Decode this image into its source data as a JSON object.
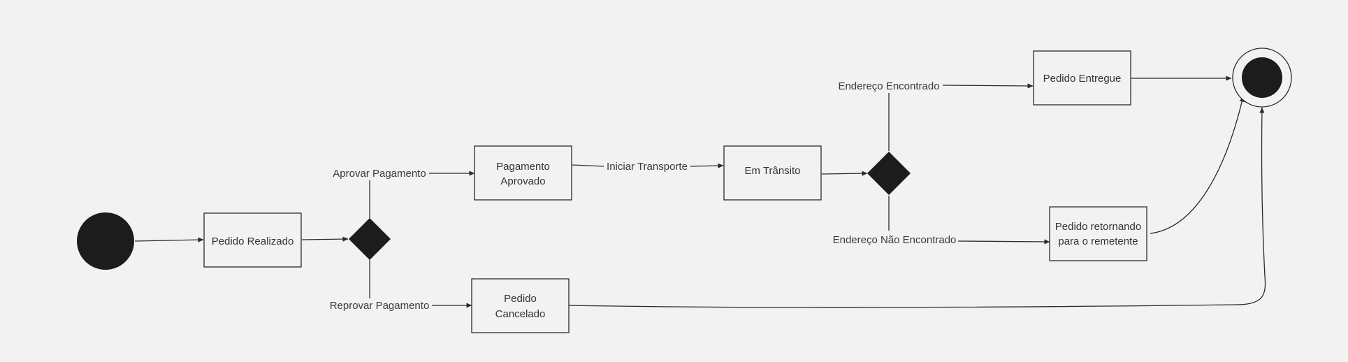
{
  "diagram": {
    "type": "uml-state-diagram",
    "colors": {
      "background": "#f2f2f2",
      "ink": "#1c1c1c",
      "line": "#2a2a2a",
      "text": "#333333"
    },
    "states": {
      "pedido_realizado": "Pedido Realizado",
      "pagamento_aprovado": [
        "Pagamento",
        "Aprovado"
      ],
      "pedido_cancelado": [
        "Pedido",
        "Cancelado"
      ],
      "em_transito": "Em Trânsito",
      "pedido_entregue": "Pedido Entregue",
      "pedido_retornando": [
        "Pedido retornando",
        "para o remetente"
      ]
    },
    "transitions": {
      "aprovar_pagamento": "Aprovar Pagamento",
      "reprovar_pagamento": "Reprovar Pagamento",
      "iniciar_transporte": "Iniciar Transporte",
      "endereco_encontrado": "Endereço Encontrado",
      "endereco_nao_encontrado": "Endereço Não Encontrado"
    }
  }
}
